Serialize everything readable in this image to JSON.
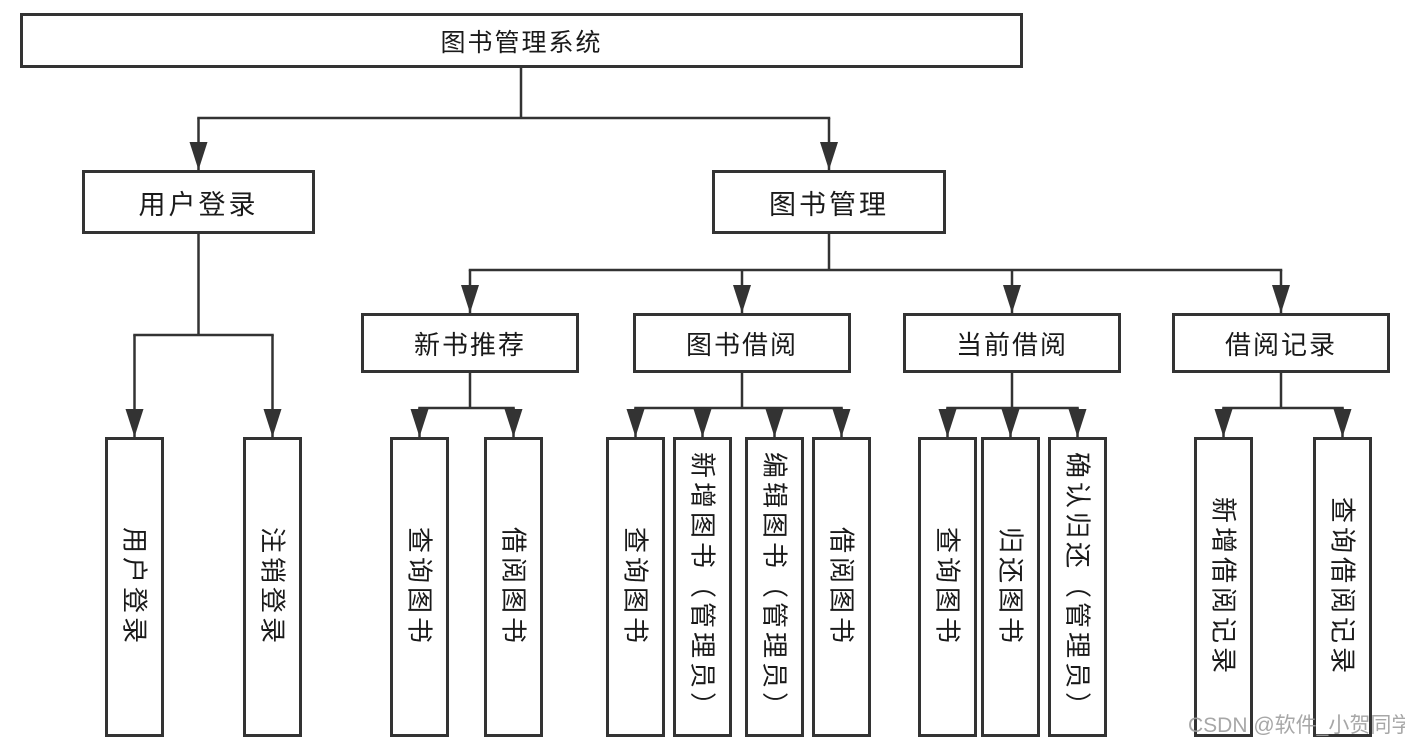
{
  "diagram": {
    "title": "图书管理系统",
    "nodes": {
      "root": "图书管理系统",
      "level2": [
        "用户登录",
        "图书管理"
      ],
      "level3": [
        "新书推荐",
        "图书借阅",
        "当前借阅",
        "借阅记录"
      ],
      "leaves": [
        "用户登录",
        "注销登录",
        "查询图书",
        "借阅图书",
        "查询图书",
        "新增图书（管理员）",
        "编辑图书（管理员）",
        "借阅图书",
        "查询图书",
        "归还图书",
        "确认归还（管理员）",
        "新增借阅记录",
        "查询借阅记录"
      ]
    },
    "structure": {
      "用户登录": [
        "用户登录",
        "注销登录"
      ],
      "图书管理": [
        "新书推荐",
        "图书借阅",
        "当前借阅",
        "借阅记录"
      ],
      "新书推荐": [
        "查询图书",
        "借阅图书"
      ],
      "图书借阅": [
        "查询图书",
        "新增图书（管理员）",
        "编辑图书（管理员）",
        "借阅图书"
      ],
      "当前借阅": [
        "查询图书",
        "归还图书",
        "确认归还（管理员）"
      ],
      "借阅记录": [
        "新增借阅记录",
        "查询借阅记录"
      ]
    }
  },
  "watermark": "CSDN @软件_小贺同学",
  "colors": {
    "line": "#333333",
    "box_border": "#333333",
    "box_background": "#ffffff",
    "text": "#1a1a1a",
    "watermark": "#9e9e9e",
    "page_background": "#ffffff"
  }
}
